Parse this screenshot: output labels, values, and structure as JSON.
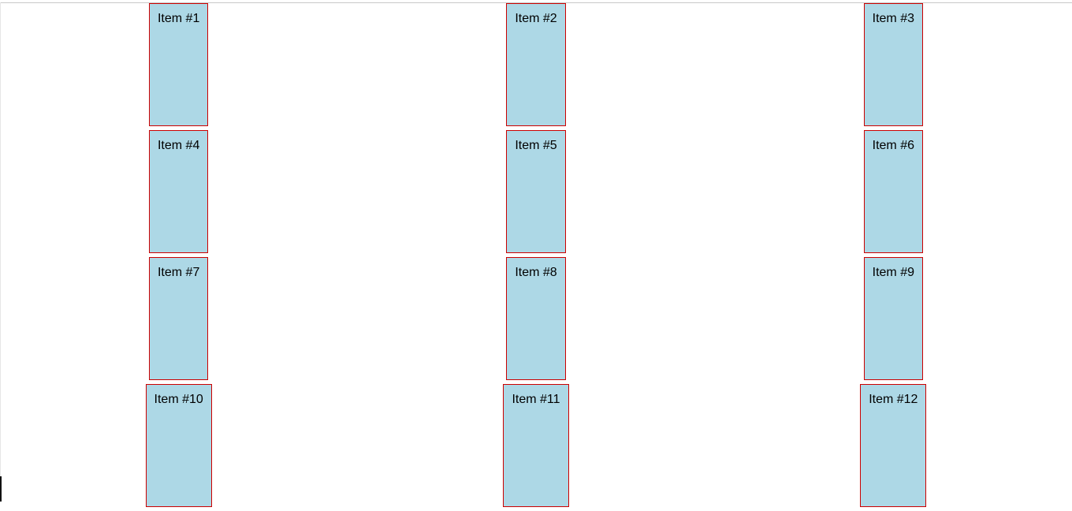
{
  "colors": {
    "item_background": "#add8e6",
    "item_border": "#cc0000",
    "page_background": "#ffffff"
  },
  "items": [
    {
      "label": "Item #1"
    },
    {
      "label": "Item #2"
    },
    {
      "label": "Item #3"
    },
    {
      "label": "Item #4"
    },
    {
      "label": "Item #5"
    },
    {
      "label": "Item #6"
    },
    {
      "label": "Item #7"
    },
    {
      "label": "Item #8"
    },
    {
      "label": "Item #9"
    },
    {
      "label": "Item #10"
    },
    {
      "label": "Item #11"
    },
    {
      "label": "Item #12"
    }
  ]
}
